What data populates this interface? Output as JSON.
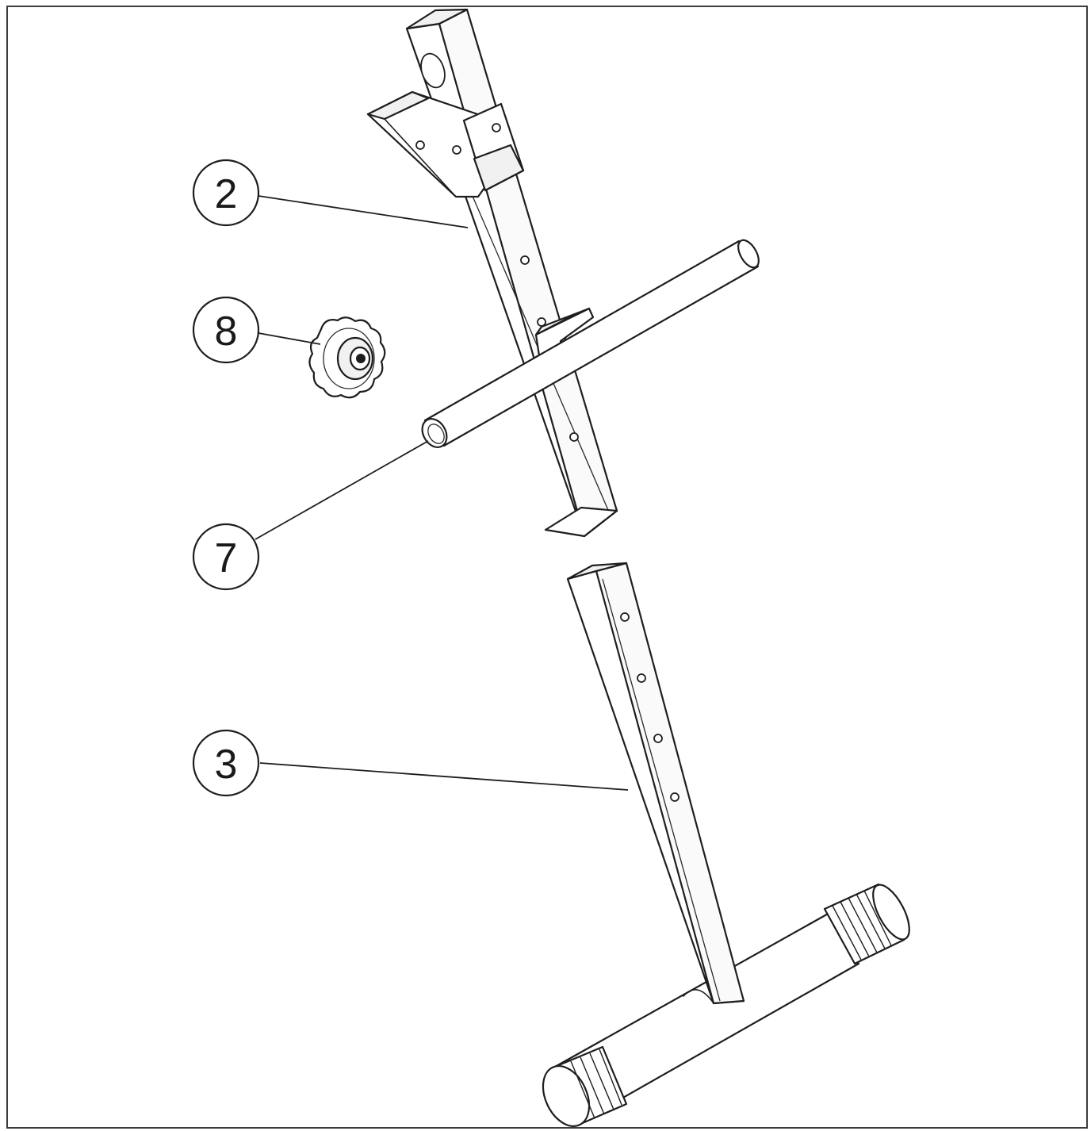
{
  "diagram": {
    "type": "exploded-assembly-drawing",
    "line_color": "#1e1e1e",
    "background": "#ffffff",
    "callouts": [
      {
        "id": "callout-2",
        "label": "2",
        "part": "upper-upright-tube"
      },
      {
        "id": "callout-8",
        "label": "8",
        "part": "knob"
      },
      {
        "id": "callout-7",
        "label": "7",
        "part": "cross-bar"
      },
      {
        "id": "callout-3",
        "label": "3",
        "part": "base-upright-with-foot"
      }
    ]
  }
}
